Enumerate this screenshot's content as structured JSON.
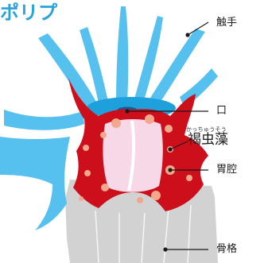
{
  "heading_fragment": "ポリプ",
  "labels": {
    "tentacle": "触手",
    "mouth": "口",
    "zooxanthellae": "褐虫藻",
    "zooxanthellae_reading": "かっちゅうそう",
    "stomach_cavity": "胃腔",
    "skeleton": "骨格"
  },
  "colors": {
    "tentacle": "#56c0ee",
    "tissue": "#cc0f1b",
    "cavity": "#f7d8e6",
    "skeleton": "#d2d2d2",
    "zooxanthellae_dot": "#f0a98c",
    "heading": "#29a3dd"
  }
}
